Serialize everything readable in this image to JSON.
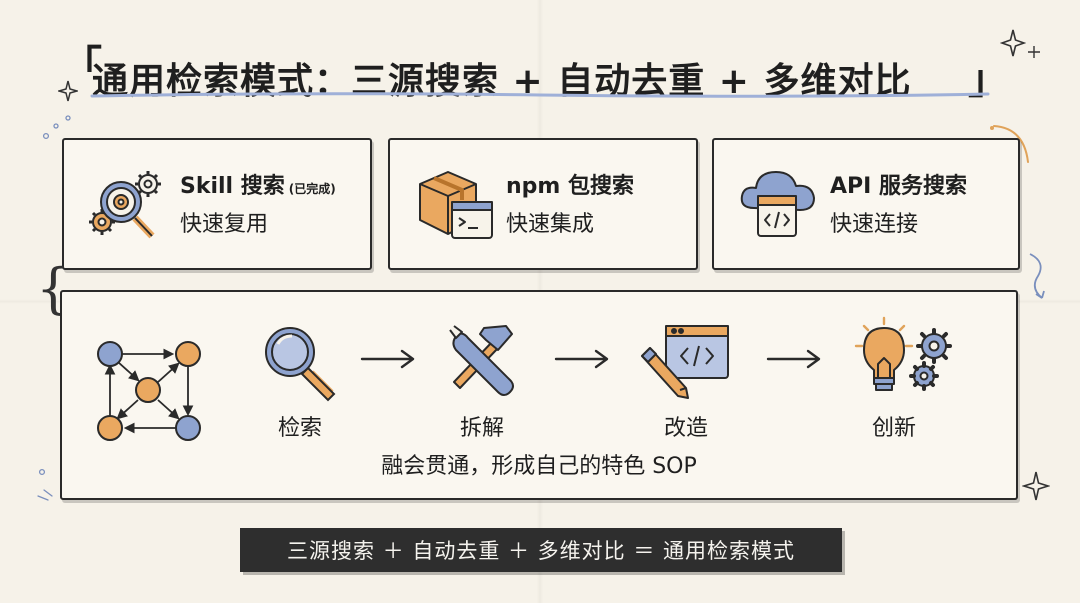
{
  "title": "通用检索模式：三源搜索 + 自动去重 + 多维对比",
  "title_bracket_left": "「",
  "title_bracket_right": "」",
  "cards": [
    {
      "title": "Skill 搜索",
      "note": "(已完成)",
      "subtitle": "快速复用",
      "icon": "gear-search-icon"
    },
    {
      "title": "npm 包搜索",
      "note": "",
      "subtitle": "快速集成",
      "icon": "package-terminal-icon"
    },
    {
      "title": "API 服务搜索",
      "note": "",
      "subtitle": "快速连接",
      "icon": "cloud-code-icon"
    }
  ],
  "brace": "{",
  "flow": {
    "steps": [
      {
        "label": "检索",
        "icon": "magnifier-icon"
      },
      {
        "label": "拆解",
        "icon": "hammer-wrench-icon"
      },
      {
        "label": "改造",
        "icon": "pencil-code-window-icon"
      },
      {
        "label": "创新",
        "icon": "lightbulb-gears-icon"
      }
    ],
    "network_icon": "node-network-icon",
    "caption": "融会贯通，形成自己的特色 SOP"
  },
  "formula": "三源搜索 ＋ 自动去重 ＋ 多维对比 ＝ 通用检索模式",
  "colors": {
    "blue": "#8ea3cf",
    "orange": "#eaa860",
    "dark": "#2a2a2a",
    "paper": "#f6f2e9"
  }
}
